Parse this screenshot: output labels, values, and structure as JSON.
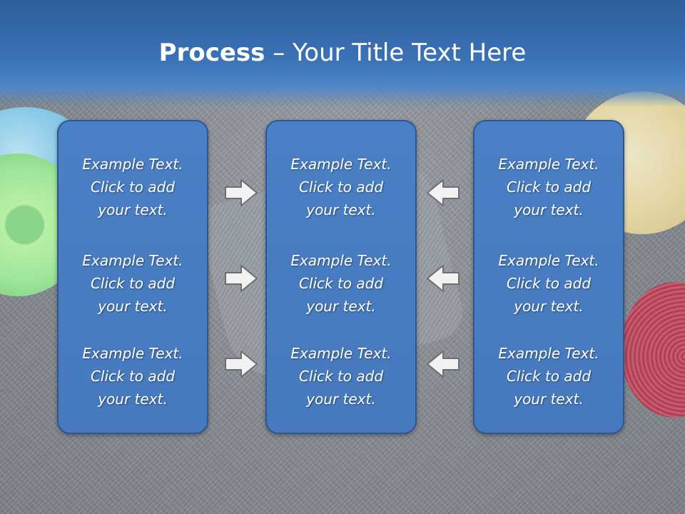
{
  "slide": {
    "title_bold": "Process",
    "title_dash": " – ",
    "title_rest": "Your Title Text Here"
  },
  "columns": [
    {
      "items": [
        {
          "line1": "Example Text.",
          "line2": "Click  to add",
          "line3": "your text."
        },
        {
          "line1": "Example Text.",
          "line2": "Click  to add",
          "line3": "your text."
        },
        {
          "line1": "Example Text.",
          "line2": "Click  to add",
          "line3": "your text."
        }
      ]
    },
    {
      "items": [
        {
          "line1": "Example Text.",
          "line2": "Click  to add",
          "line3": "your text."
        },
        {
          "line1": "Example Text.",
          "line2": "Click  to add",
          "line3": "your text."
        },
        {
          "line1": "Example Text.",
          "line2": "Click  to add",
          "line3": "your text."
        }
      ]
    },
    {
      "items": [
        {
          "line1": "Example Text.",
          "line2": "Click  to add",
          "line3": "your text."
        },
        {
          "line1": "Example Text.",
          "line2": "Click  to add",
          "line3": "your text."
        },
        {
          "line1": "Example Text.",
          "line2": "Click  to add",
          "line3": "your text."
        }
      ]
    }
  ],
  "arrows": {
    "left_group": [
      "arrow-right-icon",
      "arrow-right-icon",
      "arrow-right-icon"
    ],
    "right_group": [
      "arrow-left-icon",
      "arrow-left-icon",
      "arrow-left-icon"
    ]
  },
  "colors": {
    "title_band": "#3b72b6",
    "box_fill": "#4a7fc4",
    "box_border": "#2e5690",
    "text": "#ffffff",
    "arrow_fill": "#f2f2f2",
    "arrow_stroke": "#6e6e6e"
  }
}
